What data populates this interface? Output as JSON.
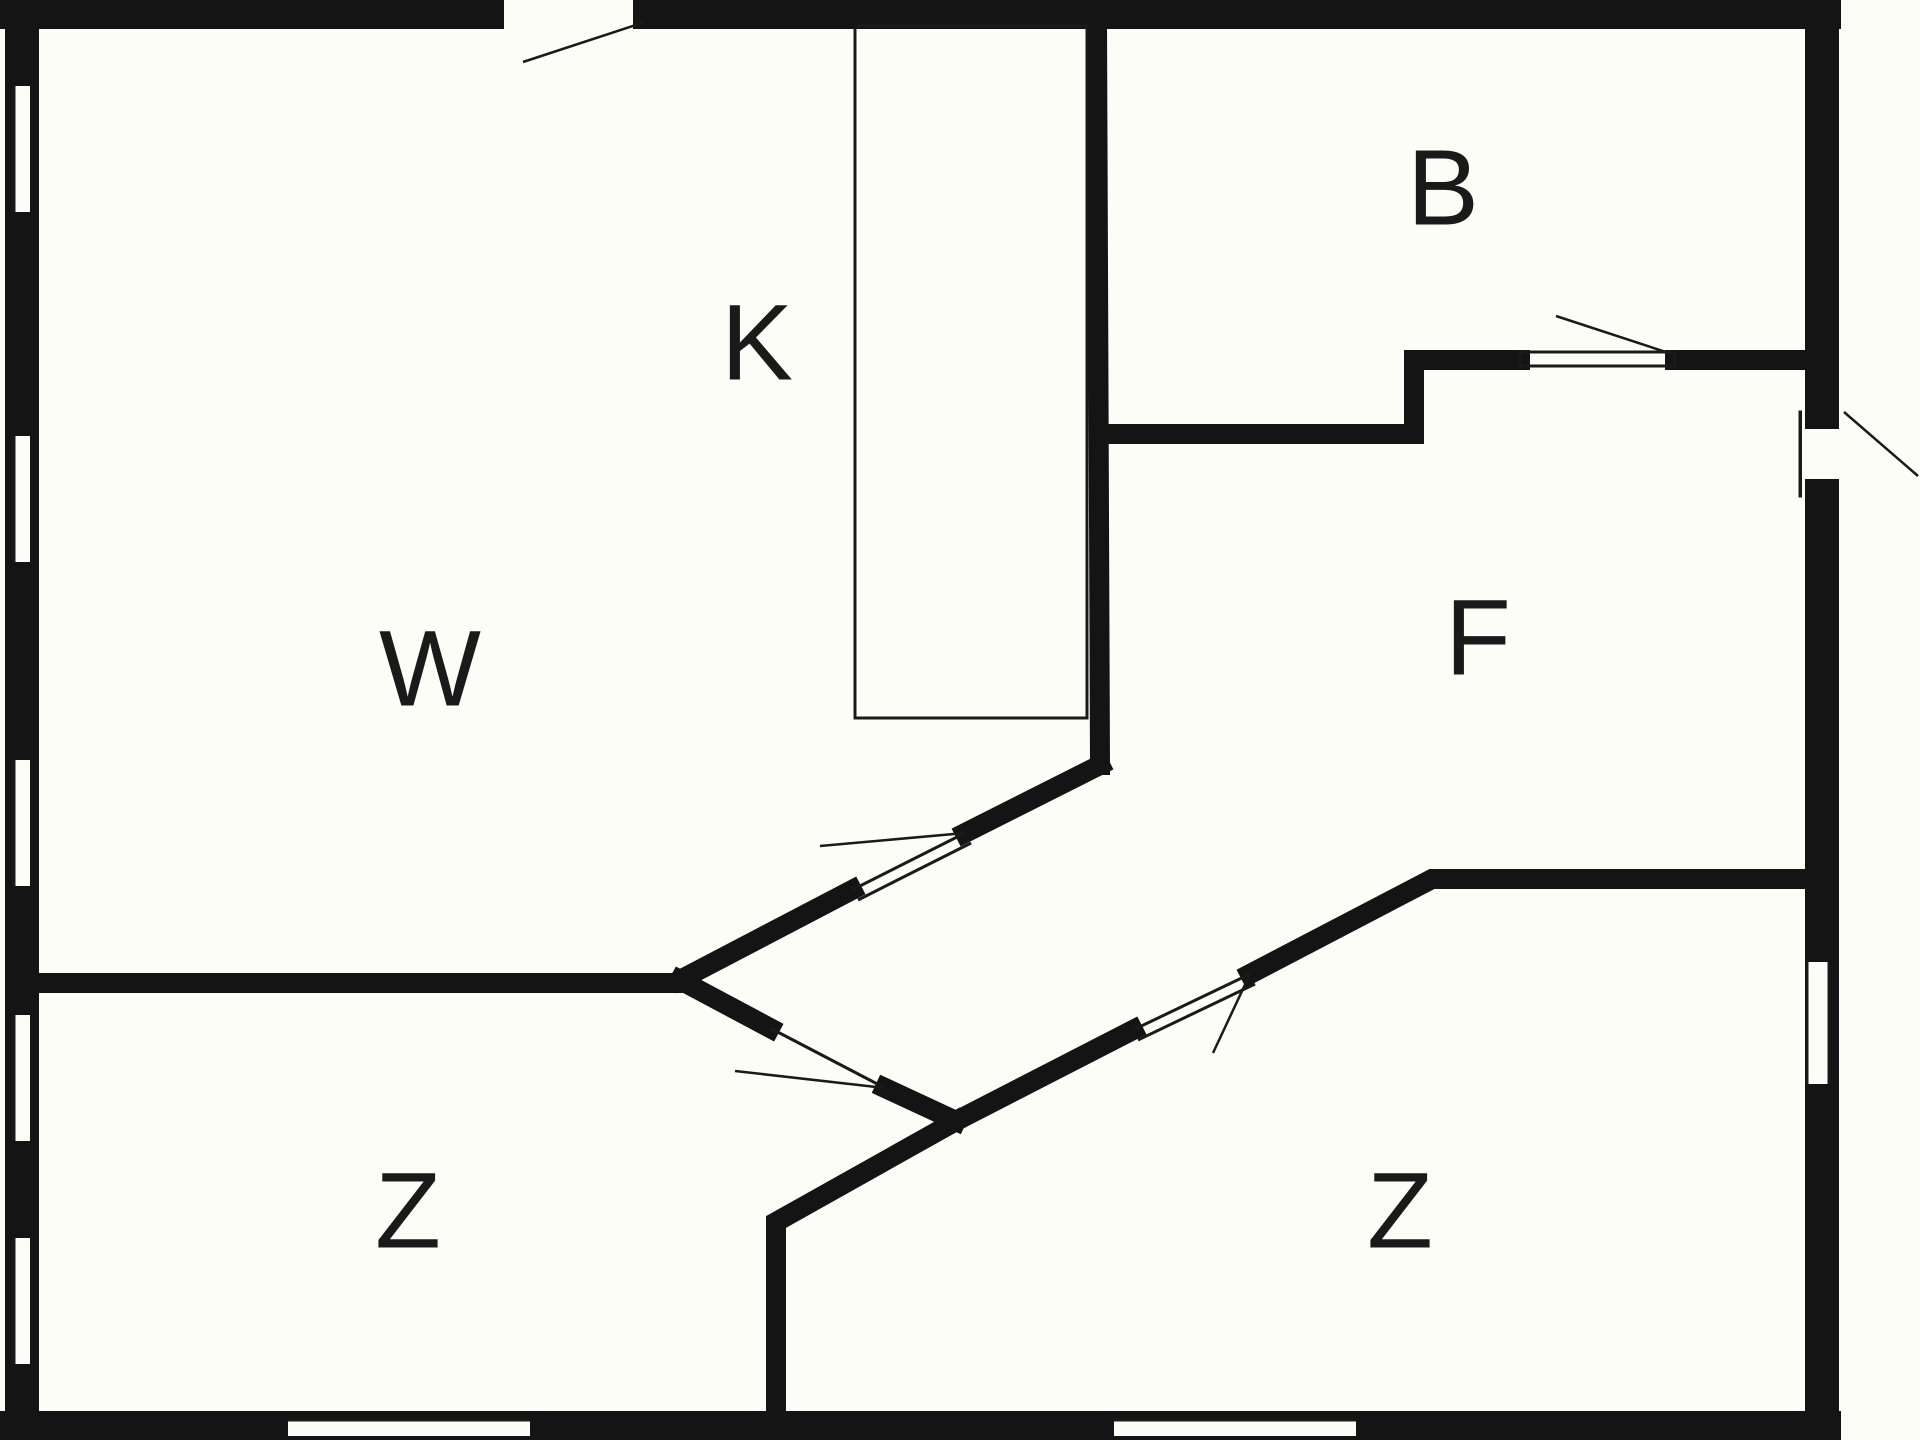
{
  "plan": {
    "rooms": [
      {
        "id": "living",
        "label": "W"
      },
      {
        "id": "kitchen",
        "label": "K"
      },
      {
        "id": "bath",
        "label": "B"
      },
      {
        "id": "hall",
        "label": "F"
      },
      {
        "id": "room-left",
        "label": "Z"
      },
      {
        "id": "room-right",
        "label": "Z"
      }
    ],
    "colors": {
      "background": "#fdfdf8",
      "wall": "#141414"
    }
  }
}
